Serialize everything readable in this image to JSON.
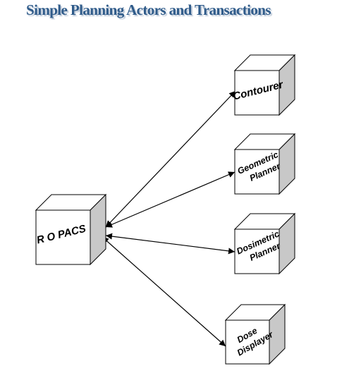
{
  "title": "Simple Planning Actors and Transactions",
  "actors": {
    "ropacs": [
      "R O PACS"
    ],
    "contourer": [
      "Contourer"
    ],
    "geometric_planner": [
      "Geometric",
      "Planner"
    ],
    "dosimetric_planner": [
      "Dosimetric",
      "Planner"
    ],
    "dose_displayer": [
      "Dose",
      "Displayer"
    ]
  },
  "colors": {
    "title": "#2f5b8a",
    "box_front": "#ffffff",
    "box_top": "#ffffff",
    "box_side": "#c8c8c8",
    "stroke": "#000000"
  }
}
